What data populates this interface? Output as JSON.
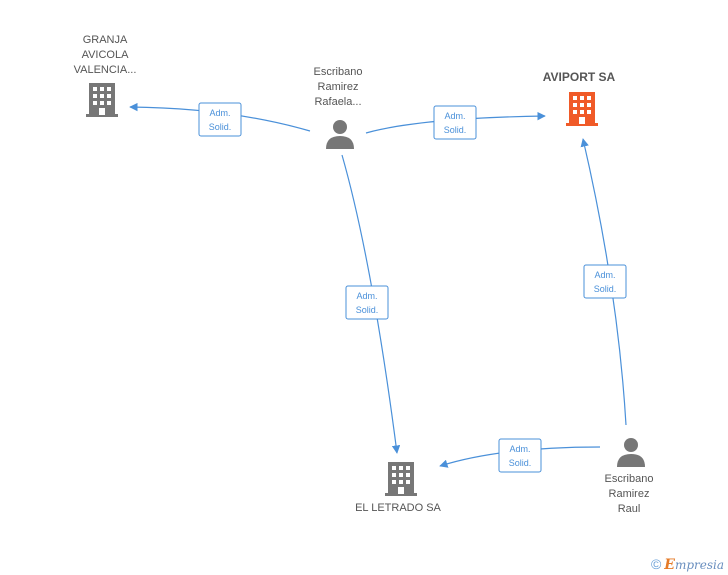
{
  "nodes": {
    "granja": {
      "label_lines": [
        "GRANJA",
        "AVICOLA",
        "VALENCIA..."
      ],
      "kind": "company"
    },
    "aviport": {
      "label_lines": [
        "AVIPORT SA"
      ],
      "kind": "company-main"
    },
    "rafaela": {
      "label_lines": [
        "Escribano",
        "Ramirez",
        "Rafaela..."
      ],
      "kind": "person"
    },
    "letrado": {
      "label_lines": [
        "EL LETRADO SA"
      ],
      "kind": "company"
    },
    "raul": {
      "label_lines": [
        "Escribano",
        "Ramirez",
        "Raul"
      ],
      "kind": "person"
    }
  },
  "edges": [
    {
      "from": "rafaela",
      "to": "granja",
      "label": [
        "Adm.",
        "Solid."
      ]
    },
    {
      "from": "rafaela",
      "to": "aviport",
      "label": [
        "Adm.",
        "Solid."
      ]
    },
    {
      "from": "rafaela",
      "to": "letrado",
      "label": [
        "Adm.",
        "Solid."
      ]
    },
    {
      "from": "raul",
      "to": "aviport",
      "label": [
        "Adm.",
        "Solid."
      ]
    },
    {
      "from": "raul",
      "to": "letrado",
      "label": [
        "Adm.",
        "Solid."
      ]
    }
  ],
  "colors": {
    "edge": "#4a90d9",
    "company": "#777777",
    "company_main": "#f05a28",
    "person": "#777777"
  },
  "footer": {
    "copyright_symbol": "©",
    "brand_initial": "E",
    "brand_rest": "mpresia"
  }
}
